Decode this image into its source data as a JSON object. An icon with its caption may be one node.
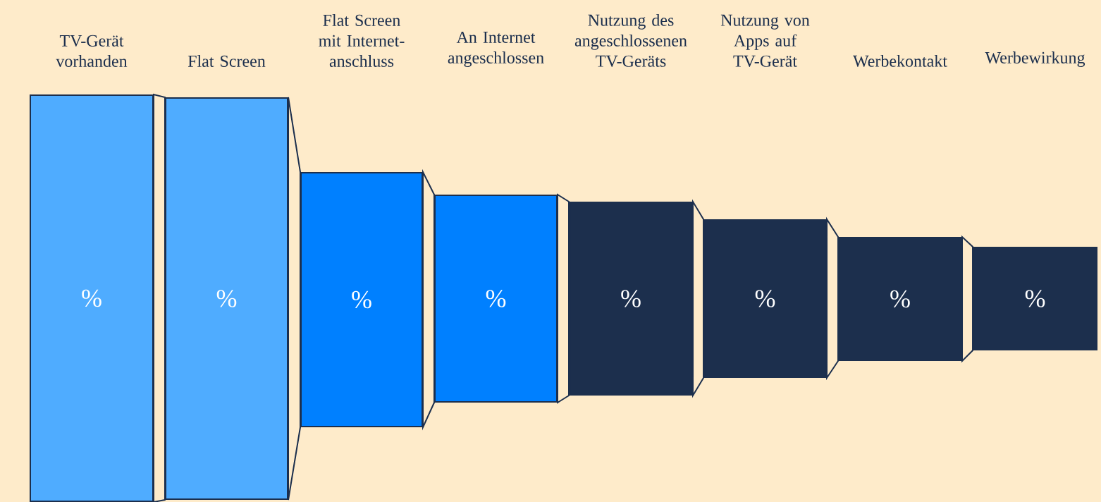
{
  "diagram": {
    "nodes": [
      {
        "text": [
          "%"
        ]
      },
      {
        "text": [
          "%"
        ]
      },
      {
        "text": [
          "%"
        ]
      },
      {
        "text": [
          "%"
        ]
      },
      {
        "text": [
          "%"
        ]
      },
      {
        "text": [
          "%"
        ]
      },
      {
        "text": [
          "%"
        ]
      },
      {
        "text": [
          "%"
        ]
      }
    ],
    "labels": [
      "TV-Gerät vorhanden",
      "Flat Screen",
      "Flat Screen mit Internet-anschluss",
      "An Internet angeschlossen",
      "Nutzung des angeschlossenen TV-Geräts",
      "Nutzung von Apps auf TV-Gerät",
      "Werbekontakt",
      "Werbewirkung"
    ],
    "edges": [
      {
        "from": 0,
        "to": 1,
        "arrow": "none"
      },
      {
        "from": 1,
        "to": 2,
        "arrow": "none"
      },
      {
        "from": 2,
        "to": 3,
        "arrow": "none"
      },
      {
        "from": 3,
        "to": 4,
        "arrow": "none"
      },
      {
        "from": 4,
        "to": 5,
        "arrow": "none"
      },
      {
        "from": 5,
        "to": 6,
        "arrow": "none"
      },
      {
        "from": 6,
        "to": 7,
        "arrow": "none"
      }
    ]
  }
}
